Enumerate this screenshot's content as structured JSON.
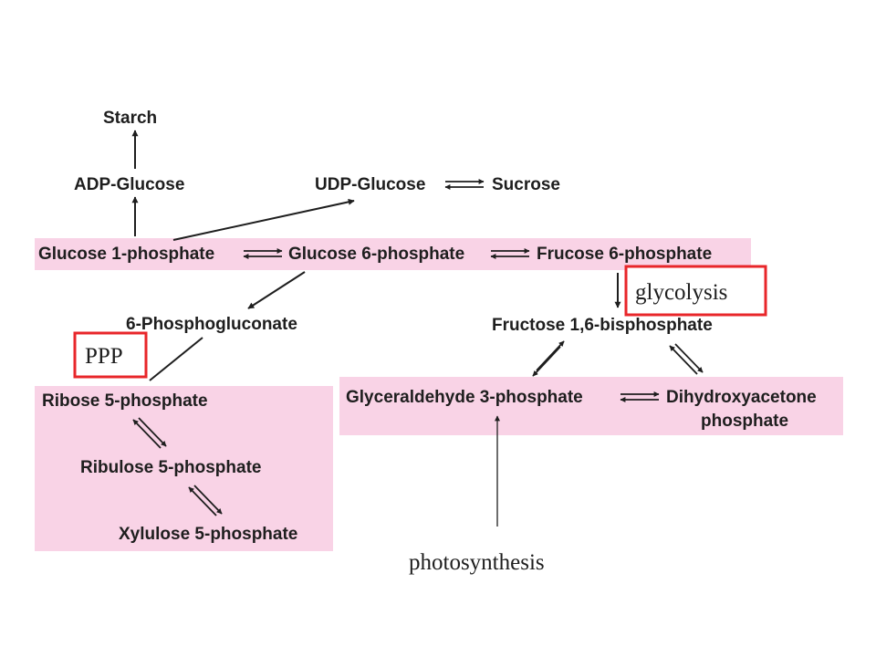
{
  "colors": {
    "band": "#f9d3e6",
    "highlight_border": "#e8262a",
    "text": "#1e1e1e",
    "arrow": "#1e1e1e"
  },
  "metabolites": {
    "starch": "Starch",
    "adp_glucose": "ADP-Glucose",
    "udp_glucose": "UDP-Glucose",
    "sucrose": "Sucrose",
    "glucose_1p": "Glucose 1-phosphate",
    "glucose_6p": "Glucose 6-phosphate",
    "fructose_6p": "Frucose 6-phosphate",
    "phosphogluconate": "6-Phosphogluconate",
    "fructose_16bp": "Fructose 1,6-bisphosphate",
    "glyceraldehyde_3p": "Glyceraldehyde 3-phosphate",
    "dhap_line1": "Dihydroxyacetone",
    "dhap_line2": "phosphate",
    "ribose_5p": "Ribose 5-phosphate",
    "ribulose_5p": "Ribulose 5-phosphate",
    "xylulose_5p": "Xylulose 5-phosphate"
  },
  "annotations": {
    "glycolysis": "glycolysis",
    "ppp": "PPP",
    "photosynthesis": "photosynthesis"
  },
  "arrow_icons": {
    "reversible": "equilibrium-arrows-icon",
    "forward": "arrow-icon"
  }
}
